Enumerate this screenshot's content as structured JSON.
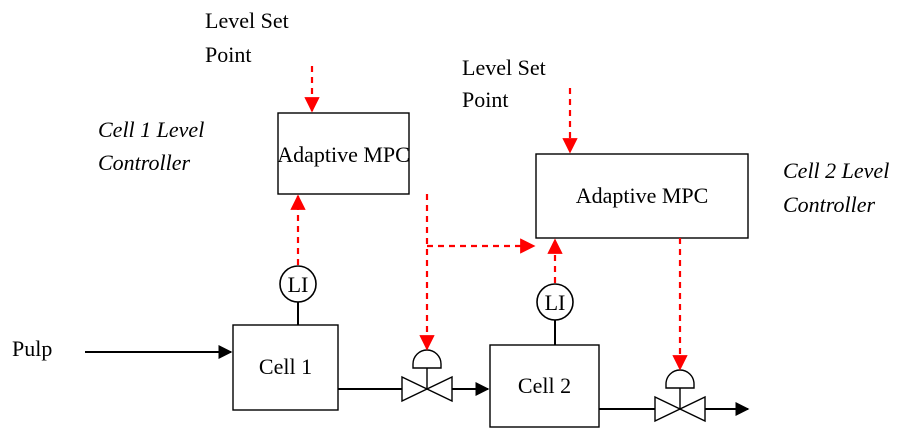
{
  "labels": {
    "setpoint1_line1": "Level Set",
    "setpoint1_line2": "Point",
    "setpoint2_line1": "Level Set",
    "setpoint2_line2": "Point",
    "controller1_line1": "Cell 1 Level",
    "controller1_line2": "Controller",
    "controller2_line1": "Cell 2 Level",
    "controller2_line2": "Controller",
    "mpc1": "Adaptive MPC",
    "mpc2": "Adaptive MPC",
    "li1": "LI",
    "li2": "LI",
    "cell1": "Cell 1",
    "cell2": "Cell 2",
    "feed": "Pulp"
  },
  "colors": {
    "signal": "#ff0000",
    "process": "#000000",
    "background": "#ffffff"
  }
}
